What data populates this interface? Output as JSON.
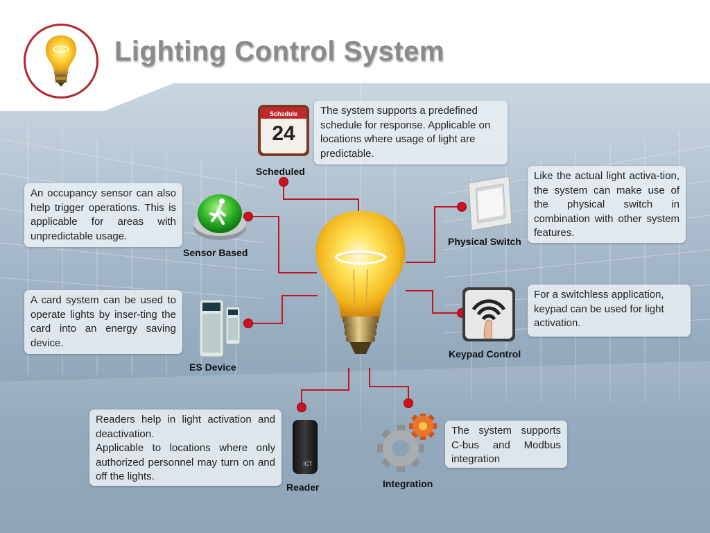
{
  "title": "Lighting Control System",
  "icons": {
    "logo": "lightbulb-logo-icon",
    "center": "lightbulb-icon",
    "schedule": "calendar-icon",
    "sensor": "green-pushbutton-icon",
    "physical_switch": "wall-switch-icon",
    "es_device": "energy-saving-device-icon",
    "keypad": "keypad-touch-icon",
    "reader": "card-reader-icon",
    "integration": "gears-icon"
  },
  "colors": {
    "connector": "#c01622",
    "dot": "#d0101d",
    "logo_ring": "#b5262b"
  },
  "calendar": {
    "header": "Schedule",
    "day": "24"
  },
  "reader_brand": "ICT",
  "nodes": {
    "scheduled": {
      "label": "Scheduled",
      "text": "The system supports a predefined schedule for response. Applicable on locations where usage of light are predictable."
    },
    "physical_switch": {
      "label": "Physical Switch",
      "text": "Like the actual light activa-tion, the system can make use of the physical switch in combination with other system features."
    },
    "sensor": {
      "label": "Sensor Based",
      "text": "An occupancy sensor can also help trigger operations. This is applicable for areas with unpredictable usage."
    },
    "es_device": {
      "label": "ES Device",
      "text": "A card system can be used to operate lights by inser-ting the card into an energy saving device."
    },
    "keypad": {
      "label": "Keypad Control",
      "text": "For a switchless application, keypad can be used for light activation."
    },
    "reader": {
      "label": "Reader",
      "text_line1": "Readers help in light activation and deactivation.",
      "text_line2": "Applicable to locations where only authorized personnel may turn on and off the lights."
    },
    "integration": {
      "label": "Integration",
      "text": "The system supports C-bus and Modbus integration"
    }
  }
}
